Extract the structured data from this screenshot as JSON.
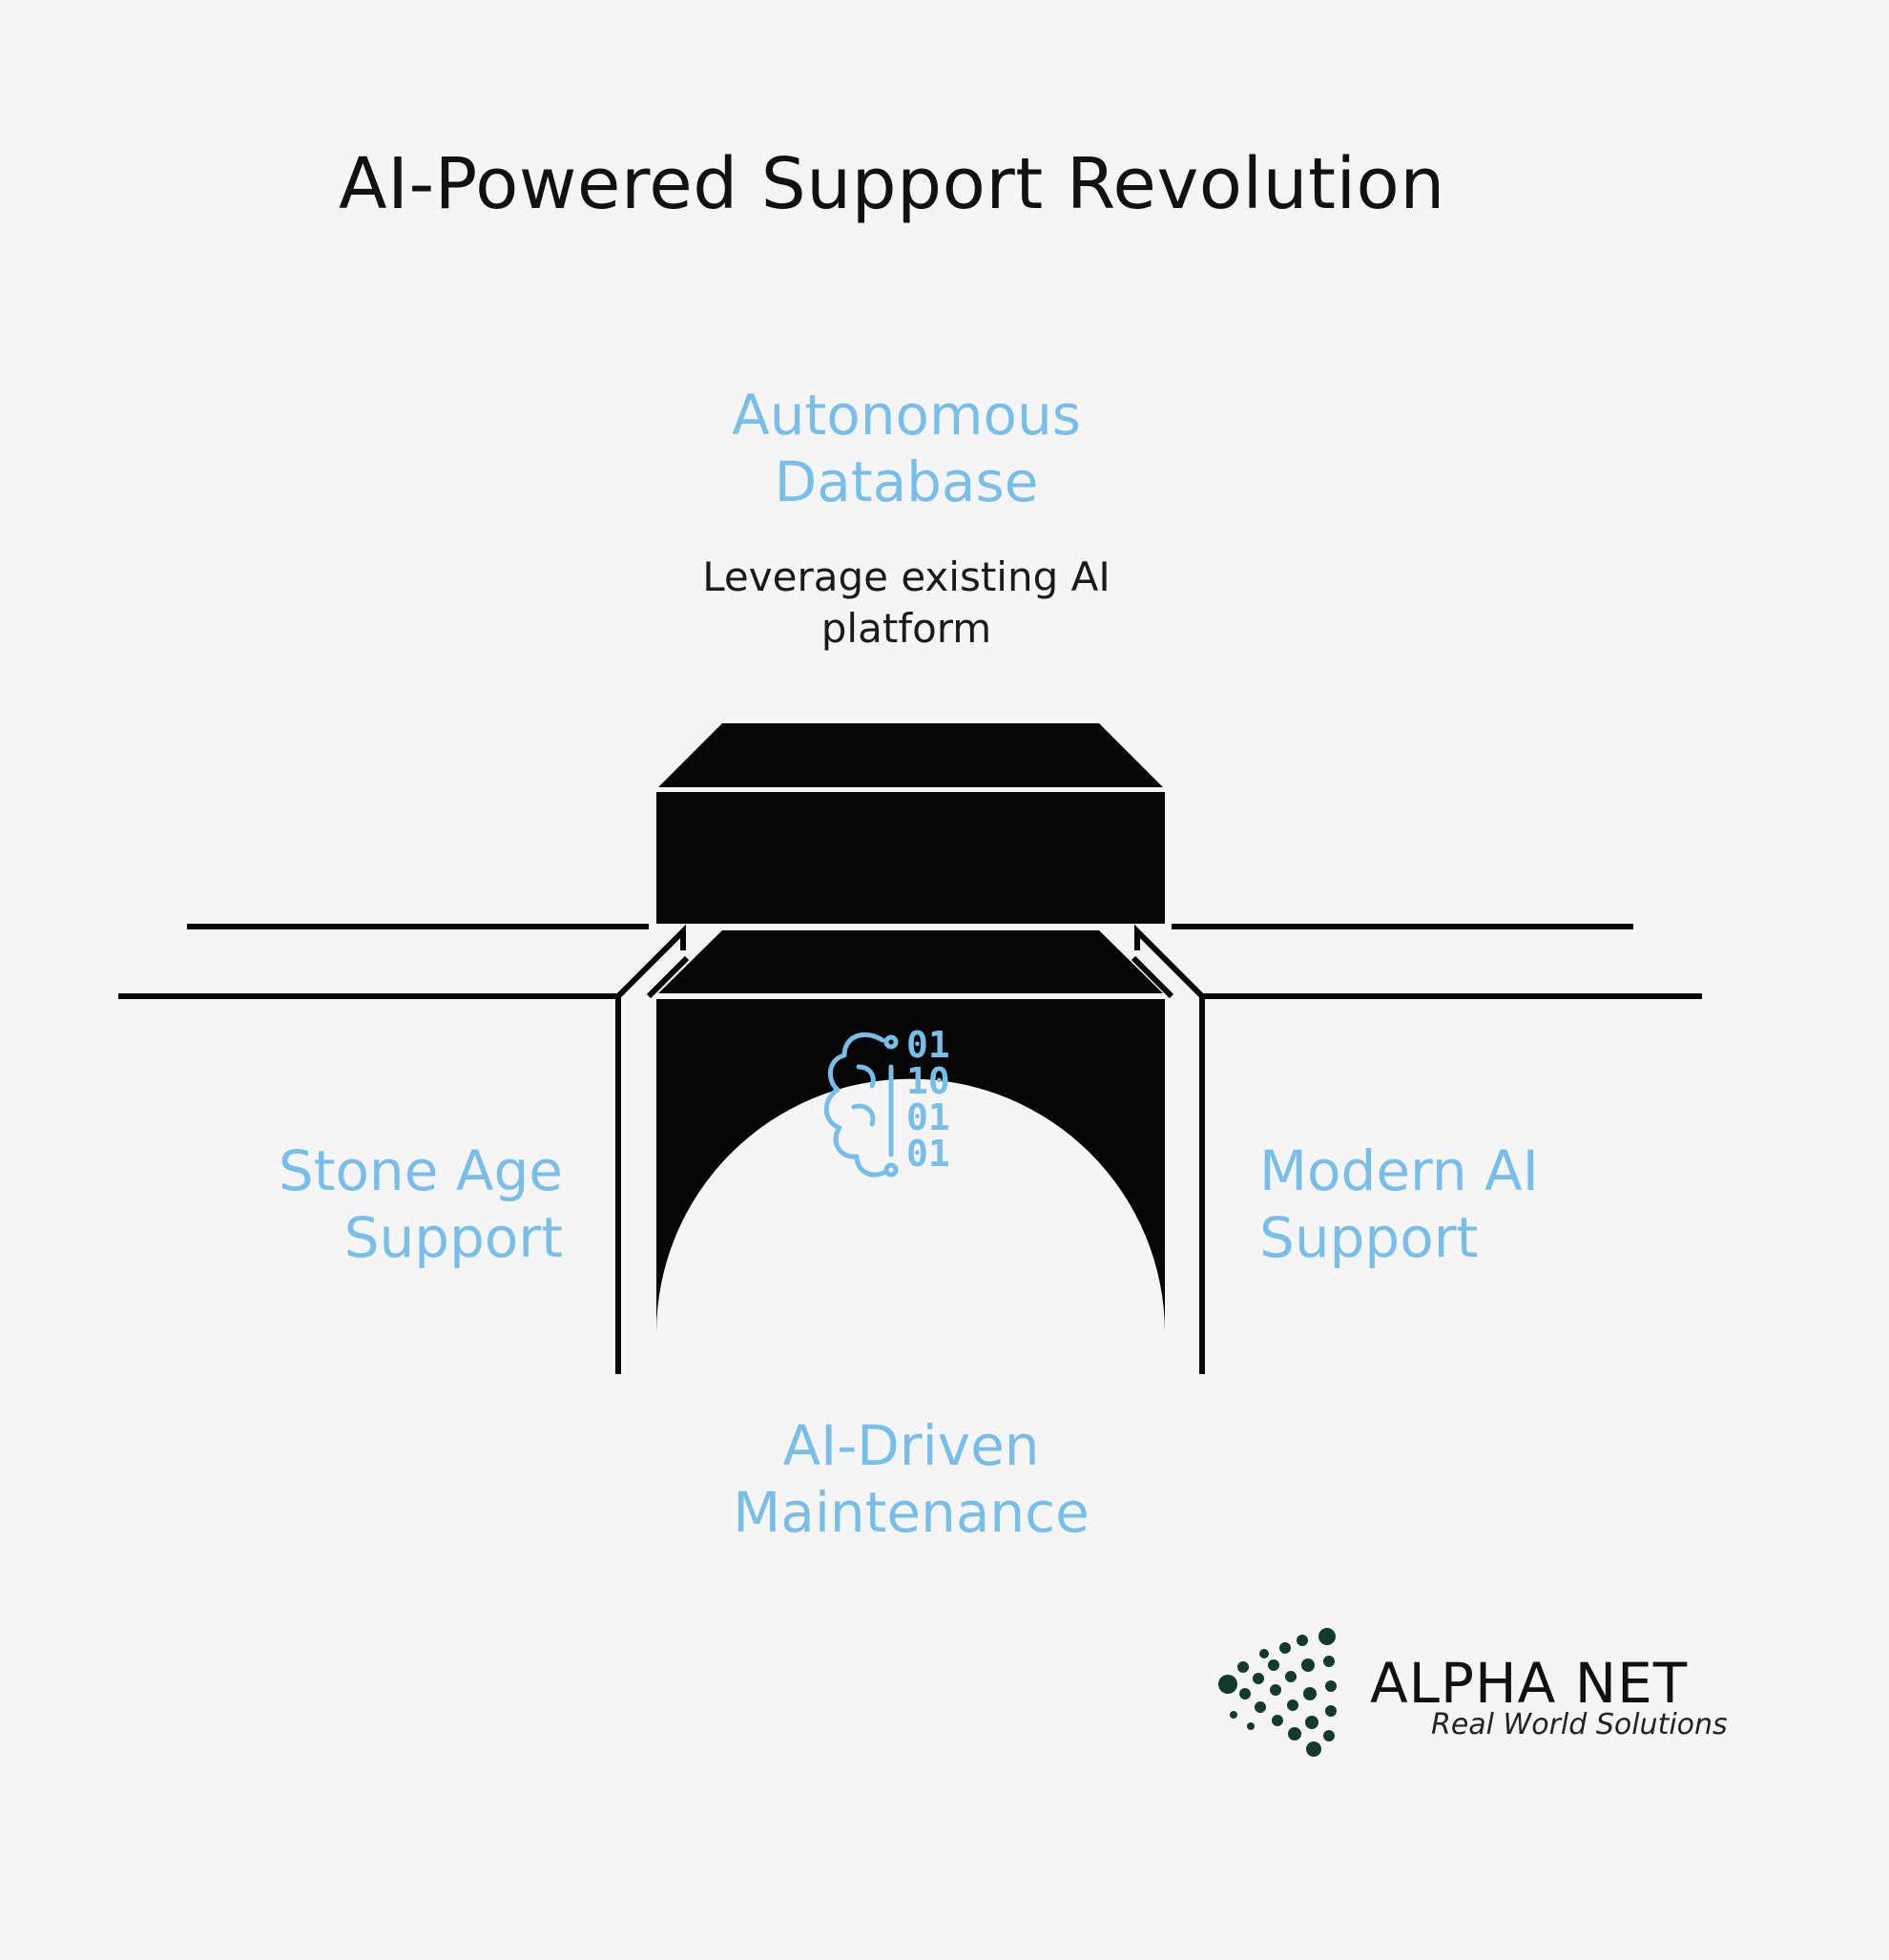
{
  "title": "AI-Powered Support Revolution",
  "top_label": {
    "line1": "Autonomous",
    "line2": "Database"
  },
  "top_description": {
    "line1": "Leverage existing AI",
    "line2": "platform"
  },
  "left_label": {
    "line1": "Stone Age",
    "line2": "Support"
  },
  "right_label": {
    "line1": "Modern AI",
    "line2": "Support"
  },
  "bottom_label": {
    "line1": "AI-Driven",
    "line2": "Maintenance"
  },
  "center_icon": {
    "icon": "brain-binary-icon",
    "binary_rows": [
      "01",
      "10",
      "01",
      "01"
    ]
  },
  "brand": {
    "name": "ALPHA NET",
    "tagline": "Real World Solutions"
  },
  "colors": {
    "accent": "#79bee8",
    "dark": "#060606",
    "background": "#f5f5f5",
    "logo_green": "#133a2d"
  }
}
